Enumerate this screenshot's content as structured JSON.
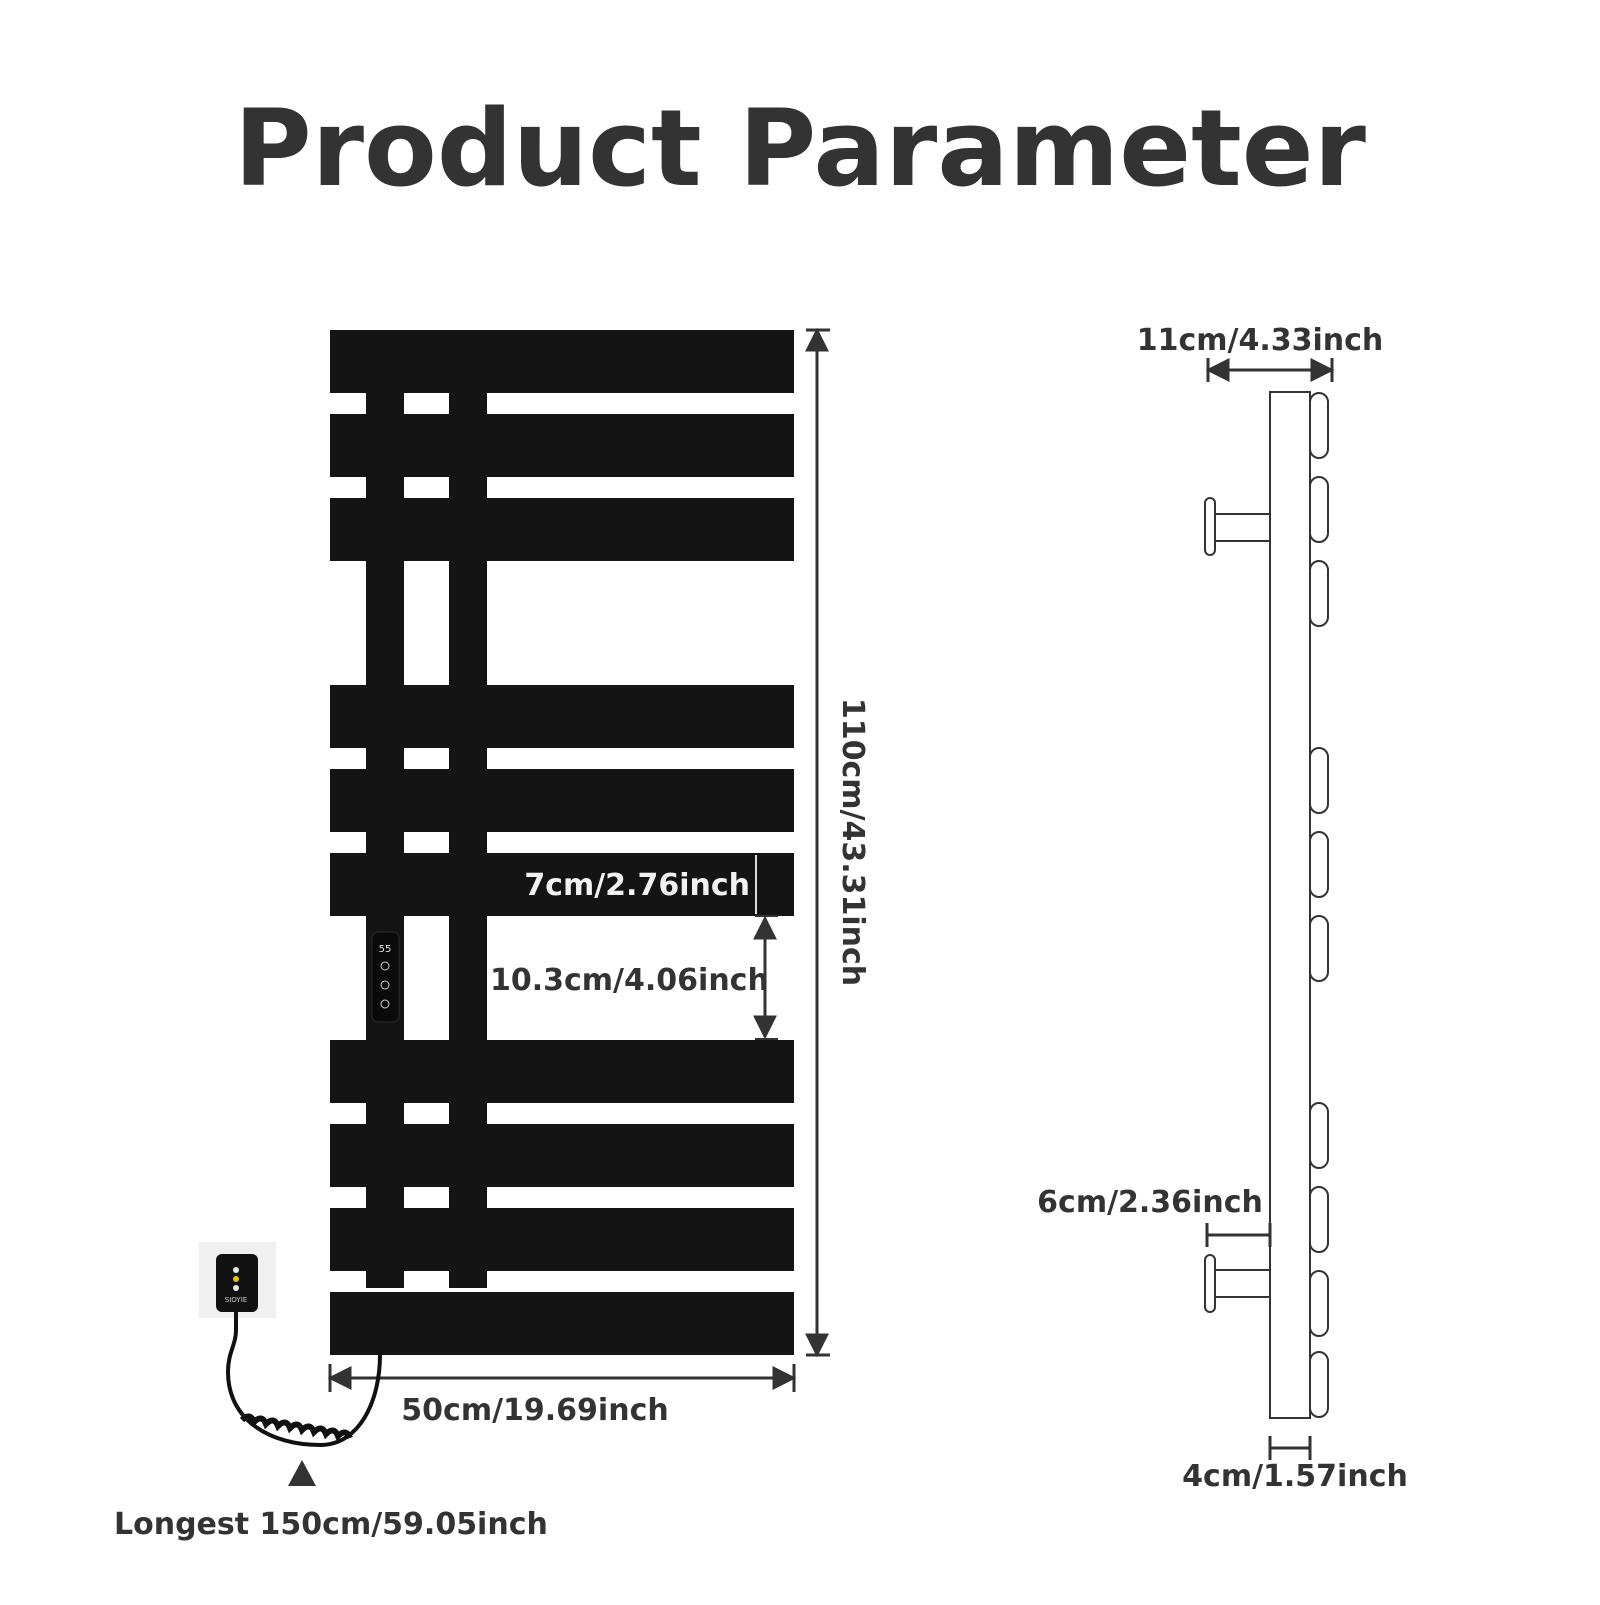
{
  "title": "Product Parameter",
  "front_view": {
    "height_label": "110cm/43.31inch",
    "width_label": "50cm/19.69inch",
    "bar_height_label": "7cm/2.76inch",
    "gap_label": "10.3cm/4.06inch",
    "cable_label": "Longest 150cm/59.05inch",
    "controller_display": "55",
    "plug_brand": "SIOYIE"
  },
  "side_view": {
    "depth_label": "11cm/4.33inch",
    "bracket_label": "6cm/2.36inch",
    "thickness_label": "4cm/1.57inch"
  },
  "colors": {
    "rail": "#141414",
    "text": "#333333",
    "line": "#333333"
  }
}
